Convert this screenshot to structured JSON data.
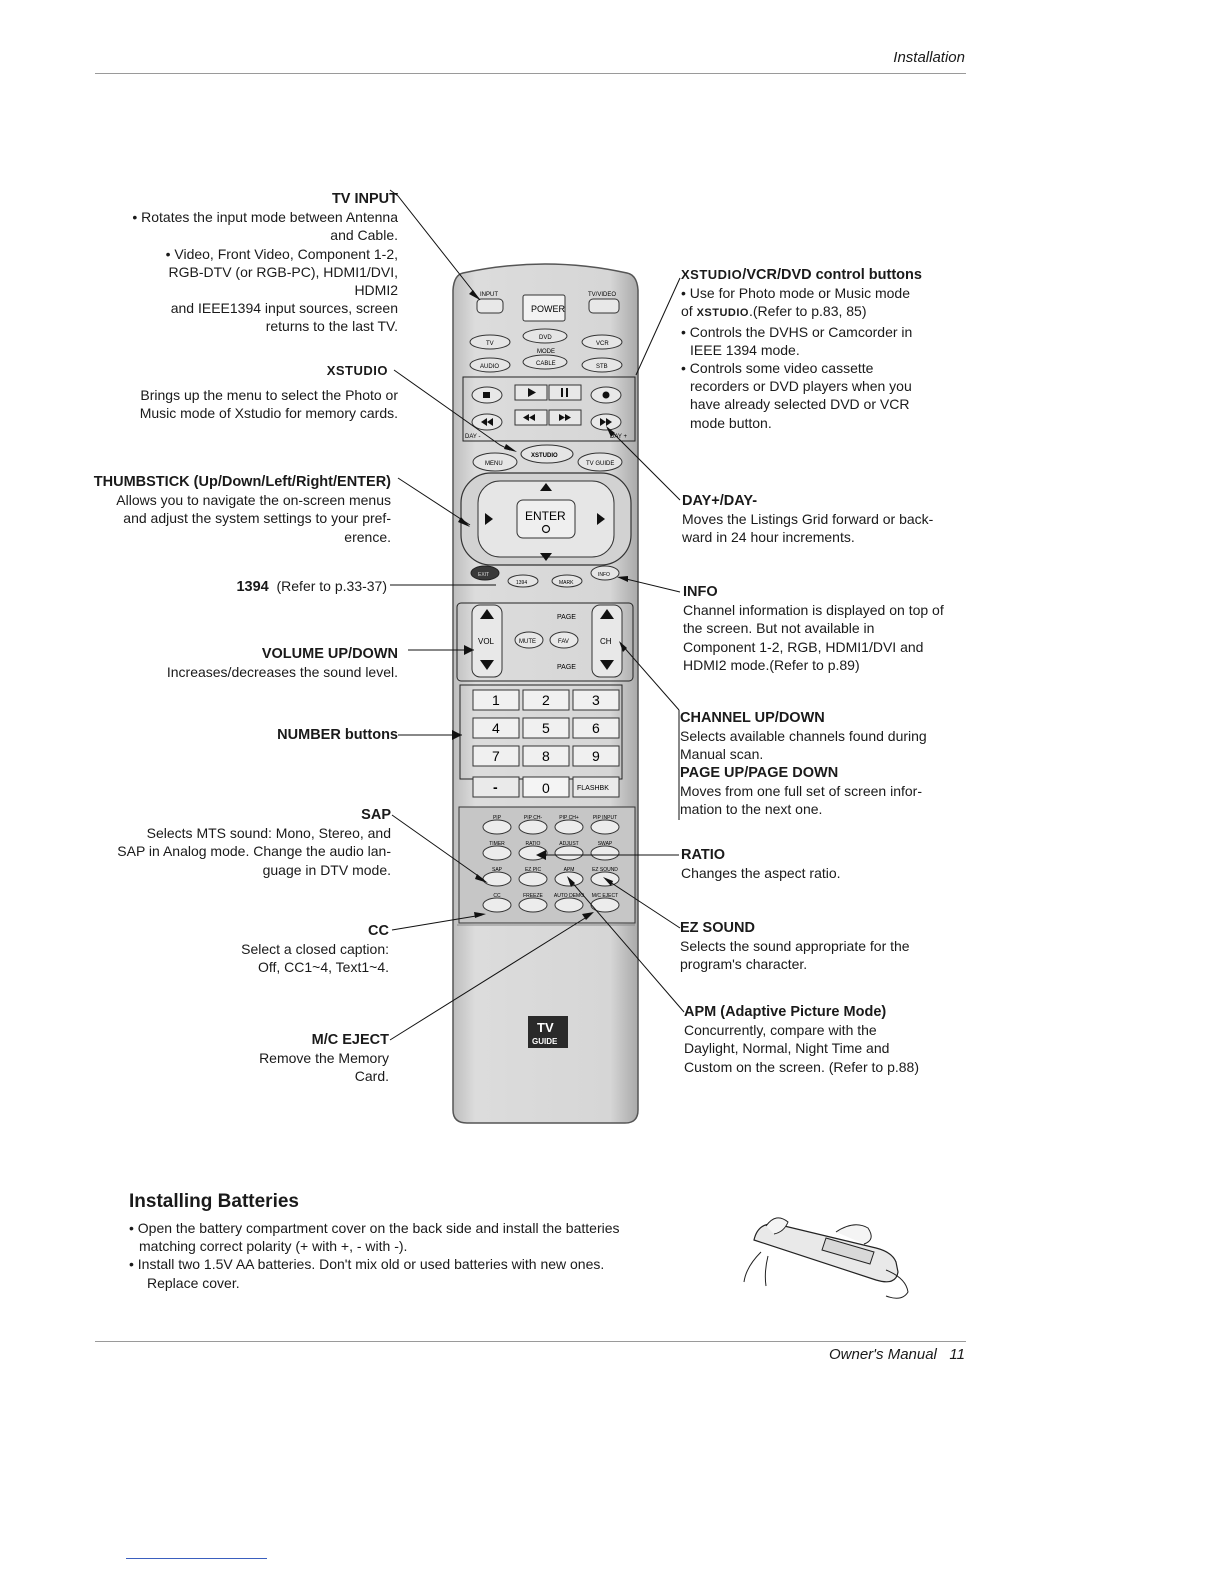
{
  "header": {
    "section": "Installation"
  },
  "footer": {
    "manual": "Owner's Manual",
    "page": "11"
  },
  "left": {
    "tv_input": {
      "title": "TV INPUT",
      "bullet1": "• Rotates the input mode between Antenna",
      "bullet1b": "and Cable.",
      "bullet2": "• Video, Front Video,   Component 1-2,",
      "bullet2b": "RGB-DTV (or RGB-PC), HDMI1/DVI,",
      "bullet2c": "HDMI2",
      "bullet2d": "and  IEEE1394 input sources, screen",
      "bullet2e": "returns to the last TV."
    },
    "xstudio": {
      "title": "XSTUDIO",
      "line1": "Brings  up the menu to select the Photo or",
      "line2": "Music mode of Xstudio for memory cards."
    },
    "thumbstick": {
      "title": "THUMBSTICK (Up/Down/Left/Right/ENTER)",
      "line1": "Allows you to navigate the on-screen menus",
      "line2": "and  adjust the system settings to your pref-",
      "line3": "erence."
    },
    "ieee1394": {
      "title": "1394",
      "text": "(Refer to p.33-37)"
    },
    "volume": {
      "title": "VOLUME UP/DOWN",
      "text": "Increases/decreases the sound level."
    },
    "number": {
      "title": "NUMBER buttons"
    },
    "sap": {
      "title": "SAP",
      "line1": "Selects MTS sound: Mono, Stereo, and",
      "line2": "SAP in Analog mode. Change the audio lan-",
      "line3": "guage in DTV mode."
    },
    "cc": {
      "title": "CC",
      "line1": "Select a closed caption:",
      "line2": "Off, CC1~4, Text1~4."
    },
    "mc_eject": {
      "title": "M/C EJECT",
      "line1": "Remove the Memory",
      "line2": "Card."
    }
  },
  "right": {
    "control": {
      "title_brand": "XSTUDIO",
      "title_rest": "/VCR/DVD control buttons",
      "b1": "• Use for Photo mode or Music mode",
      "b1b_pre": "of ",
      "b1b_brand": "XSTUDIO",
      "b1b_post": ".(Refer to p.83, 85)",
      "b2": "• Controls the DVHS or Camcorder in",
      "b2b": "IEEE 1394 mode.",
      "b3": "• Controls some video cassette",
      "b3b": "recorders or DVD players when you",
      "b3c": "have already selected DVD or VCR",
      "b3d": "mode button."
    },
    "day": {
      "title": "DAY+/DAY-",
      "line1": "Moves the Listings Grid forward or back-",
      "line2": "ward in 24 hour increments."
    },
    "info": {
      "title": "INFO",
      "line1": "Channel information is displayed on top of",
      "line2": "the screen. But not available in",
      "line3": "Component 1-2, RGB, HDMI1/DVI and",
      "line4": "HDMI2 mode.(Refer to p.89)"
    },
    "channel": {
      "title": "CHANNEL UP/DOWN",
      "line1": "Selects  available  channels  found  during",
      "line2": "Manual scan.",
      "title2": "PAGE UP/PAGE DOWN",
      "line3": "Moves  from  one  full  set  of  screen  infor-",
      "line4": "mation to the next one."
    },
    "ratio": {
      "title": "RATIO",
      "text": "Changes the aspect ratio."
    },
    "ezsound": {
      "title": "EZ SOUND",
      "line1": "Selects the sound appropriate for the",
      "line2": "program's character."
    },
    "apm": {
      "title": "APM (Adaptive Picture Mode)",
      "line1": "Concurrently, compare with the",
      "line2": "Daylight, Normal, Night Time and",
      "line3": "Custom on the screen. (Refer to p.88)"
    }
  },
  "remote": {
    "input": "INPUT",
    "tvvideo": "TV/VIDEO",
    "power": "POWER",
    "tv": "TV",
    "dvd": "DVD",
    "vcr": "VCR",
    "mode": "MODE",
    "audio": "AUDIO",
    "cable": "CABLE",
    "stb": "STB",
    "day_minus": "DAY -",
    "day_plus": "DAY +",
    "menu": "MENU",
    "xstudio": "XSTUDIO",
    "tvguide": "TV GUIDE",
    "enter": "ENTER",
    "exit": "EXIT",
    "ch1394": "1394",
    "mark": "MARK",
    "info": "INFO",
    "page_up": "PAGE",
    "page_down": "PAGE",
    "vol": "VOL",
    "ch": "CH",
    "mute": "MUTE",
    "fav": "FAV",
    "digits": [
      "1",
      "2",
      "3",
      "4",
      "5",
      "6",
      "7",
      "8",
      "9"
    ],
    "dash": "-",
    "zero": "0",
    "flashbk": "FLASHBK",
    "row1": [
      "PIP",
      "PIP CH-",
      "PIP CH+",
      "PIP INPUT"
    ],
    "row2": [
      "TIMER",
      "RATIO",
      "ADJUST",
      "SWAP"
    ],
    "row3": [
      "SAP",
      "EZ PIC",
      "APM",
      "EZ SOUND"
    ],
    "row4": [
      "CC",
      "FREEZE",
      "AUTO DEMO",
      "M/C EJECT"
    ],
    "tvguide_logo_top": "TV",
    "tvguide_logo_bottom": "GUIDE"
  },
  "batteries": {
    "title": "Installing Batteries",
    "b1": "• Open the battery compartment cover on the back side and install the batteries",
    "b1b": "matching correct polarity (+ with +, - with -).",
    "b2": "• Install two 1.5V AA batteries. Don't mix old or used batteries with new ones.",
    "b2b": "Replace cover."
  }
}
